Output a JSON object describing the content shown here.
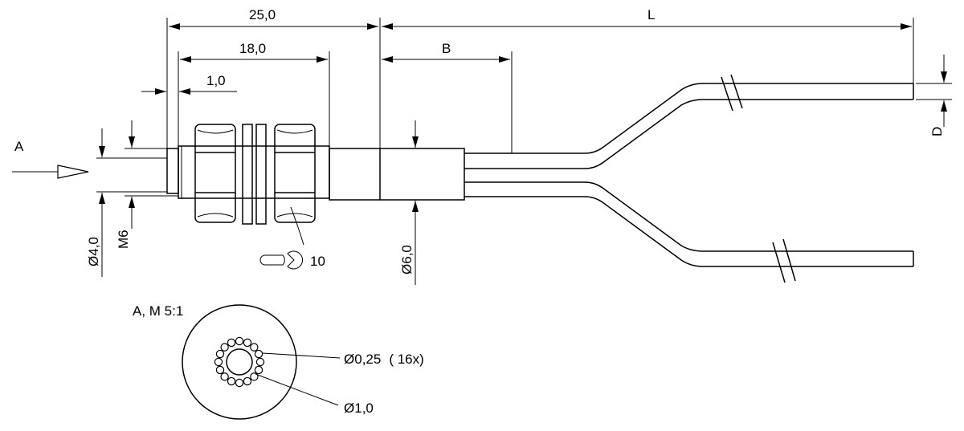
{
  "dimensions": {
    "overall_length": "25,0",
    "thread_length": "18,0",
    "tip_offset": "1,0",
    "cable_length": "L",
    "split_distance": "B",
    "cable_diameter": "D",
    "tip_diameter": "4,0",
    "thread": "M6",
    "sleeve_diameter": "6,0"
  },
  "view": {
    "arrow_label": "A",
    "detail_label": "A, M 5:1",
    "fiber_callout": "0,25",
    "fiber_count": "( 16x)",
    "core_callout": "1,0"
  },
  "wrench": {
    "size": "10"
  },
  "symbols": {
    "diameter": "Ø"
  }
}
